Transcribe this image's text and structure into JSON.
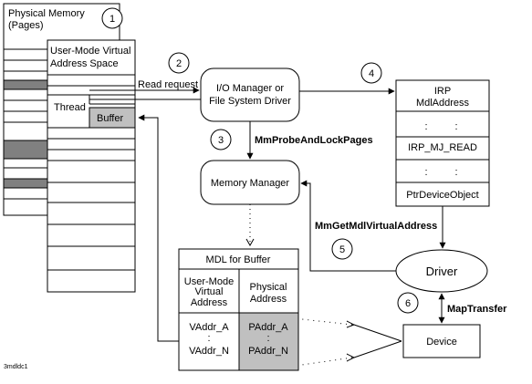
{
  "physical_memory": {
    "label_line1": "Physical Memory",
    "label_line2": "(Pages)"
  },
  "user_mode_vas": {
    "label_line1": "User-Mode Virtual",
    "label_line2": "Address Space"
  },
  "thread": {
    "label": "Thread"
  },
  "buffer": {
    "label": "Buffer"
  },
  "io_manager": {
    "label_line1": "I/O Manager or",
    "label_line2": "File System Driver"
  },
  "read_request": {
    "label": "Read request"
  },
  "irp": {
    "title_line1": "IRP",
    "title_line2": "MdlAddress",
    "ellipsis": ":",
    "irp_mj_read": "IRP_MJ_READ",
    "ptr_device_object": "PtrDeviceObject"
  },
  "memory_manager": {
    "label": "Memory Manager"
  },
  "mdl": {
    "title": "MDL for Buffer",
    "left_header_line1": "User-Mode",
    "left_header_line2": "Virtual",
    "left_header_line3": "Address",
    "right_header_line1": "Physical",
    "right_header_line2": "Address",
    "vaddr_a": "VAddr_A",
    "vaddr_n": "VAddr_N",
    "paddr_a": "PAddr_A",
    "paddr_n": "PAddr_N",
    "colon": ":"
  },
  "driver": {
    "label": "Driver"
  },
  "device": {
    "label": "Device"
  },
  "api": {
    "probe_lock": "MmProbeAndLockPages",
    "get_mdl_va": "MmGetMdlVirtualAddress",
    "map_transfer": "MapTransfer"
  },
  "steps": {
    "s1": "1",
    "s2": "2",
    "s3": "3",
    "s4": "4",
    "s5": "5",
    "s6": "6"
  },
  "figure_id": "3mdldc1",
  "colors": {
    "line": "#000000",
    "shade": "#808080",
    "light_shade": "#c0c0c0",
    "background": "#ffffff"
  }
}
